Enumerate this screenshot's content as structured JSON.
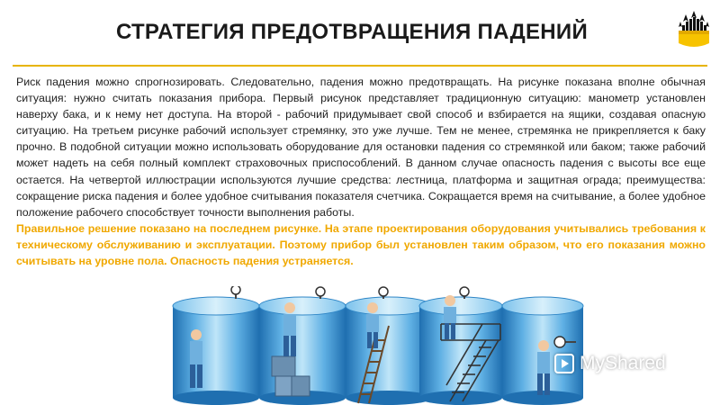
{
  "slide": {
    "title": "СТРАТЕГИЯ ПРЕДОТВРАЩЕНИЯ ПАДЕНИЙ",
    "body": "Риск падения можно спрогнозировать. Следовательно, падения можно предотвращать. На рисунке показана вполне обычная ситуация: нужно считать показания прибора. Первый рисунок представляет традиционную ситуацию: манометр установлен наверху бака, и к нему нет доступа. На второй - рабочий придумывает свой способ и взбирается на ящики, создавая опасную ситуацию. На третьем рисунке рабочий использует стремянку, это уже лучше. Тем не менее, стремянка не прикрепляется к баку прочно. В подобной ситуации можно использовать оборудование для остановки падения со стремянкой или баком; также рабочий может надеть на себя полный комплект страховочных приспособлений. В данном случае опасность падения с высоты все еще остается. На четвертой иллюстрации используются лучшие средства: лестница, платформа и защитная ограда; преимущества: сокращение риска падения и более удобное считывания показателя счетчика. Сокращается время на считывание, а более удобное положение рабочего способствует точности выполнения работы.",
    "highlight": "Правильное решение показано на последнем рисунке. На этапе проектирования оборудования учитывались требования к техническому обслуживанию и эксплуатации. Поэтому прибор был установлен таким образом, что его показания можно считывать на уровне пола. Опасность падения устраняется."
  },
  "logo": {
    "icon": "rosneft-logo-icon"
  },
  "watermark": {
    "text": "MyShared",
    "icon": "play-icon"
  },
  "colors": {
    "accent": "#e7b400",
    "highlight_text": "#f0a800",
    "tank_blue": "#2f86c6",
    "tank_light": "#9fd3f2",
    "logo_yellow": "#f7c300"
  }
}
